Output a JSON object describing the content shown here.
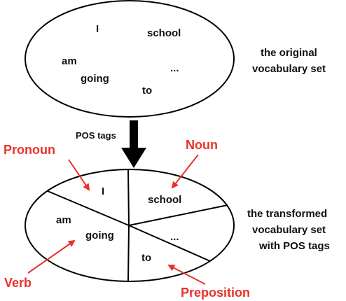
{
  "top_ellipse": {
    "words": [
      "I",
      "school",
      "am",
      "...",
      "going",
      "to"
    ],
    "caption": [
      "the original",
      "vocabulary set"
    ]
  },
  "arrow": {
    "label": "POS tags"
  },
  "bottom_ellipse": {
    "words": [
      "I",
      "school",
      "am",
      "going",
      "...",
      "to"
    ],
    "caption": [
      "the transformed",
      "vocabulary set",
      "with POS tags"
    ]
  },
  "pos_labels": {
    "pronoun": "Pronoun",
    "noun": "Noun",
    "verb": "Verb",
    "preposition": "Preposition"
  },
  "colors": {
    "outline": "#000000",
    "pos_label": "#e8322a",
    "background": "#ffffff"
  }
}
